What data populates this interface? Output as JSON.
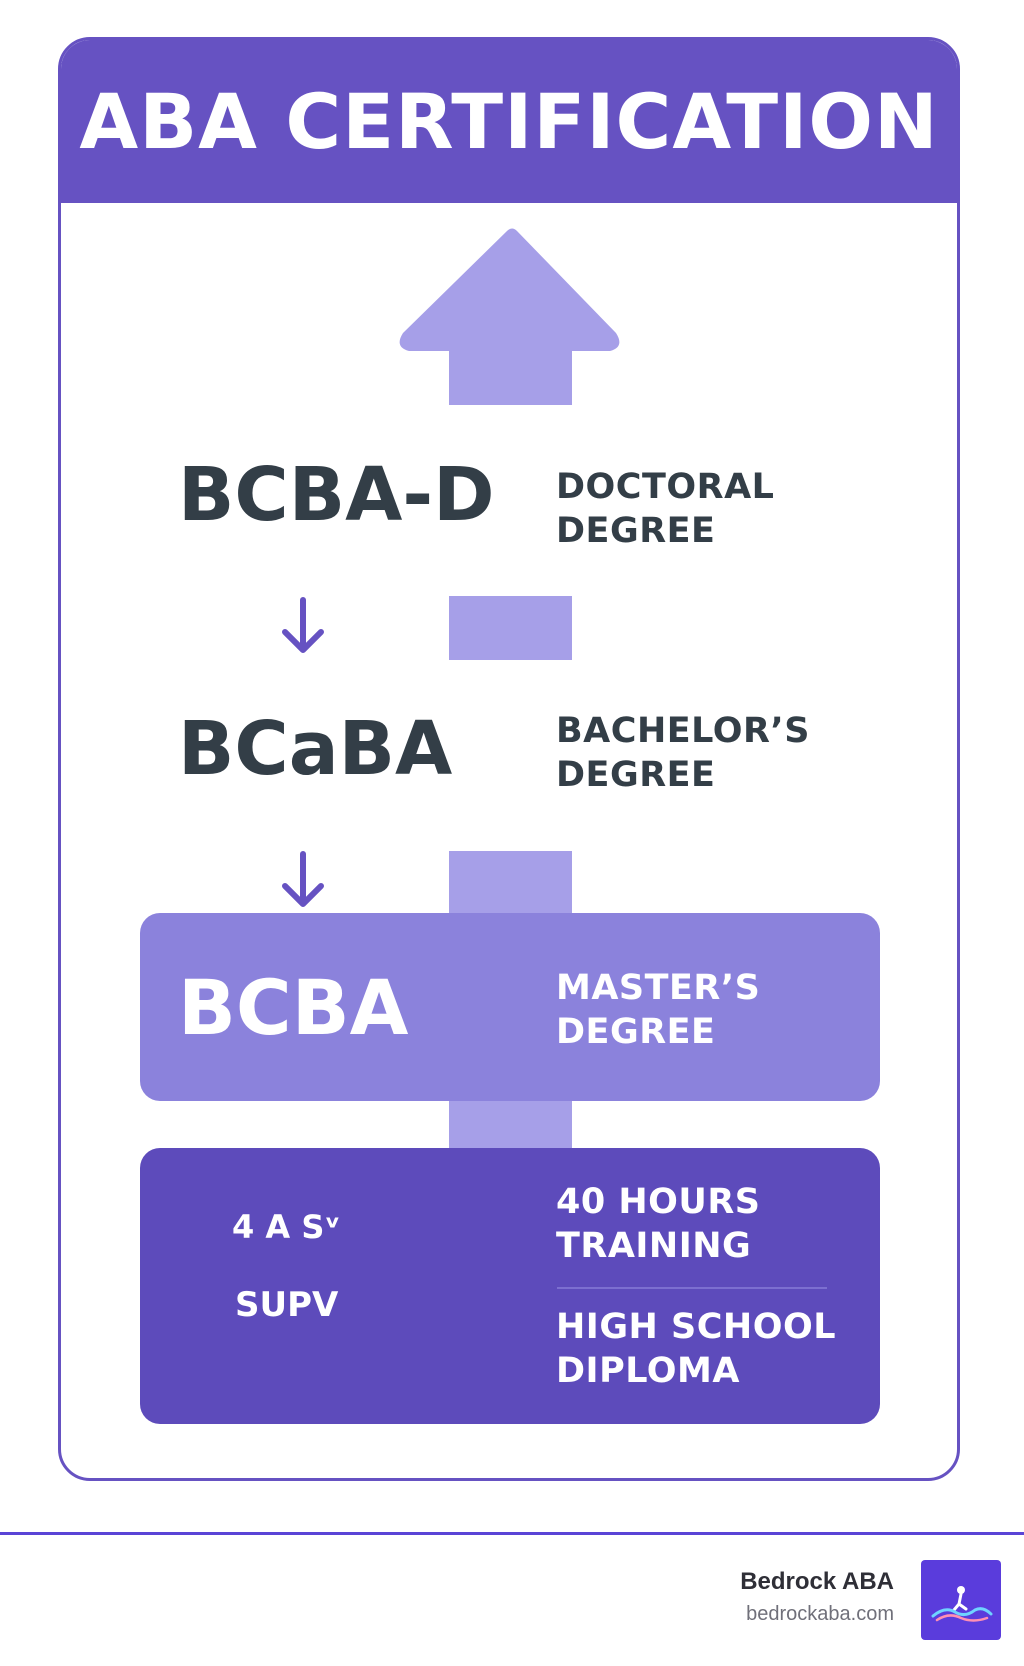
{
  "header": {
    "title": "ABA CERTIFICATION"
  },
  "levels": [
    {
      "code": "BCBA-D",
      "degree_line1": "DOCTORAL",
      "degree_line2": "DEGREE"
    },
    {
      "code": "BCaBA",
      "degree_line1": "BACHELOR’S",
      "degree_line2": "DEGREE"
    },
    {
      "code": "BCBA",
      "degree_line1": "MASTER’S",
      "degree_line2": "DEGREE"
    }
  ],
  "base": {
    "left_top": "4 A Sᵛ",
    "left_bottom": "SUPV",
    "training_line1": "40 HOURS",
    "training_line2": "TRAINING",
    "diploma_line1": "HIGH SCHOOL",
    "diploma_line2": "DIPLOMA"
  },
  "footer": {
    "brand_name": "Bedrock ABA",
    "brand_url": "bedrockaba.com"
  },
  "icons": {
    "up_arrow": "up-arrow-icon",
    "down_arrow": "down-arrow-icon",
    "logo": "bedrock-logo-icon"
  },
  "colors": {
    "brand_purple": "#6652c2",
    "arrow_lavender": "#a69fe8",
    "bcba_box": "#8b82dc",
    "base_box": "#5d4bbb",
    "text_dark": "#333e47"
  }
}
